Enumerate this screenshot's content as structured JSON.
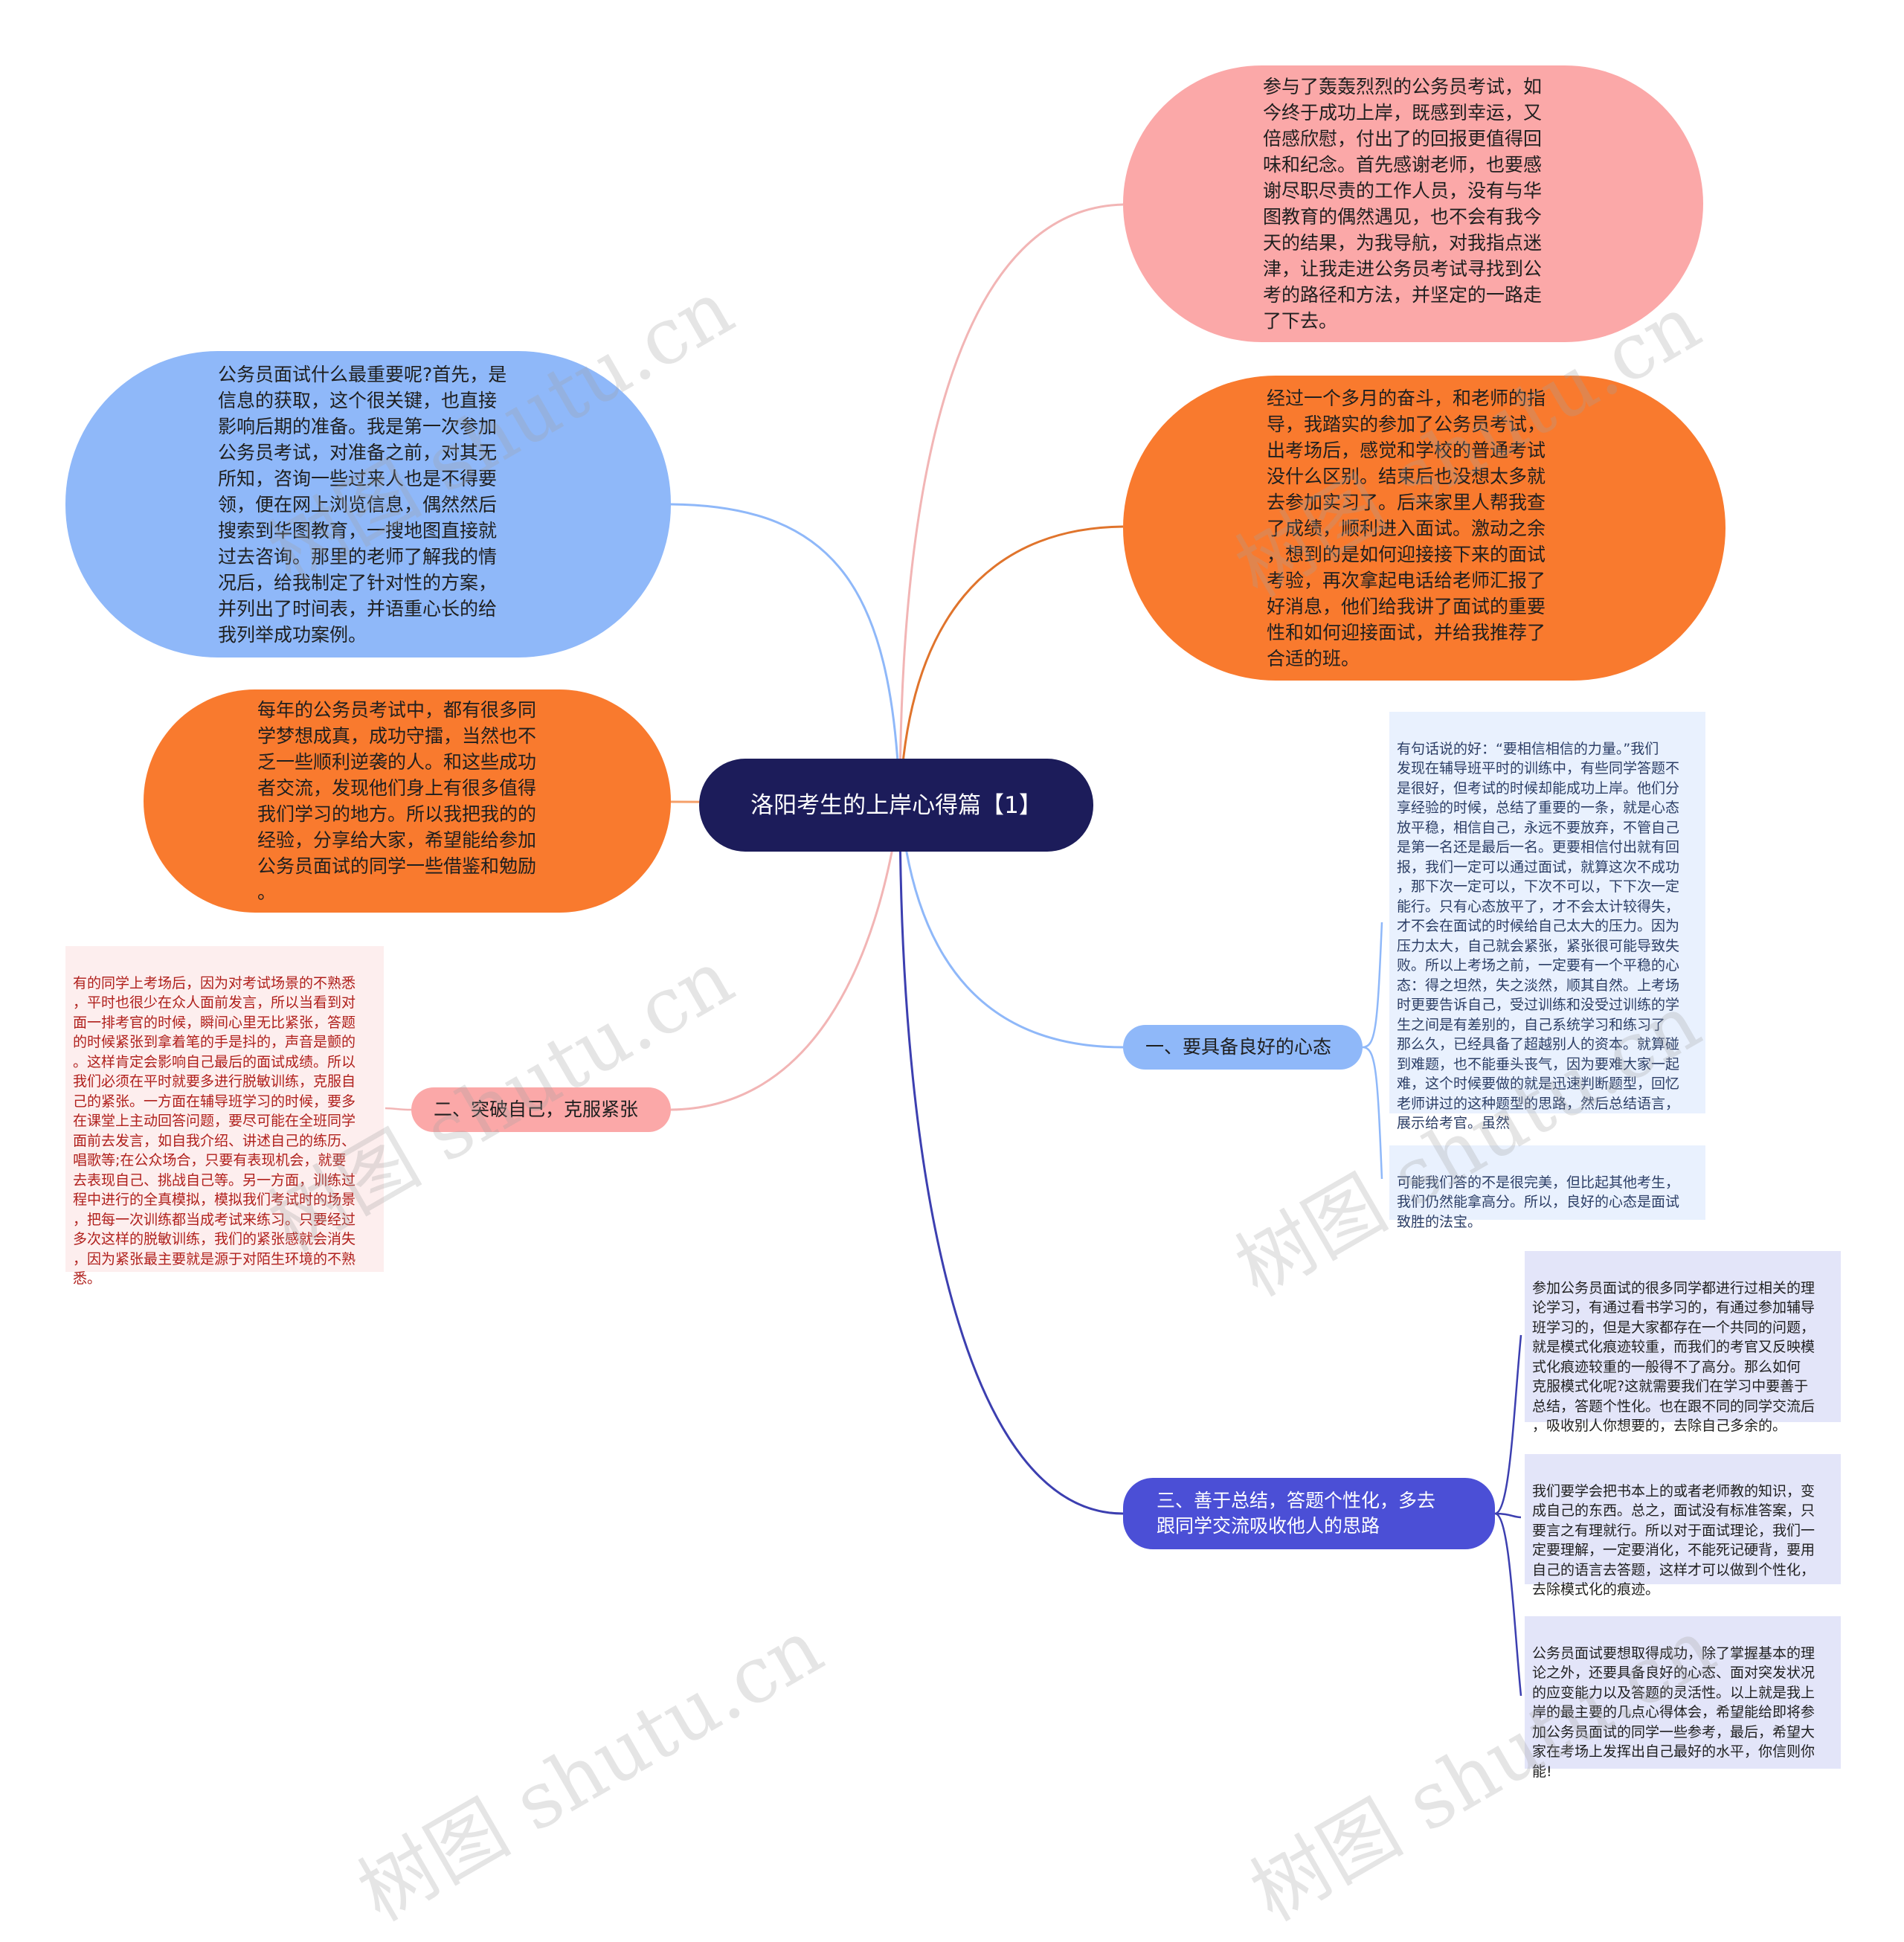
{
  "title": "洛阳考生的上岸心得篇【1】",
  "colors": {
    "center": "#1c1c5a",
    "pink": "#fba8a8",
    "orange": "#f97a2e",
    "blue": "#8fb8f9",
    "indigo": "#4b4fd6"
  },
  "bubbles": {
    "top_right": "参与了轰轰烈烈的公务员考试，如\n今终于成功上岸，既感到幸运，又\n倍感欣慰，付出了的回报更值得回\n味和纪念。首先感谢老师，也要感\n谢尽职尽责的工作人员，没有与华\n图教育的偶然遇见，也不会有我今\n天的结果，为我导航，对我指点迷\n津，让我走进公务员考试寻找到公\n考的路径和方法，并坚定的一路走\n了下去。",
    "mid_right": "经过一个多月的奋斗，和老师的指\n导，我踏实的参加了公务员考试，\n出考场后，感觉和学校的普通考试\n没什么区别。结束后也没想太多就\n去参加实习了。后来家里人帮我查\n了成绩，顺利进入面试。激动之余\n，想到的是如何迎接接下来的面试\n考验，再次拿起电话给老师汇报了\n好消息，他们给我讲了面试的重要\n性和如何迎接面试，并给我推荐了\n合适的班。",
    "top_left": "公务员面试什么最重要呢?首先，是\n信息的获取，这个很关键，也直接\n影响后期的准备。我是第一次参加\n公务员考试，对准备之前，对其无\n所知，咨询一些过来人也是不得要\n领，便在网上浏览信息，偶然然后\n搜索到华图教育，一搜地图直接就\n过去咨询。那里的老师了解我的情\n况后，给我制定了针对性的方案，\n并列出了时间表，并语重心长的给\n我列举成功案例。",
    "mid_left": "每年的公务员考试中，都有很多同\n学梦想成真，成功守擂，当然也不\n乏一些顺利逆袭的人。和这些成功\n者交流，发现他们身上有很多值得\n我们学习的地方。所以我把我的的\n经验，分享给大家，希望能给参加\n公务员面试的同学一些借鉴和勉励\n。"
  },
  "branches": {
    "b1": "一、要具备良好的心态",
    "b2": "二、突破自己，克服紧张",
    "b3": "三、善于总结，答题个性化，多去\n跟同学交流吸收他人的思路"
  },
  "leaves": {
    "b1_1": "有句话说的好：“要相信相信的力量。”我们\n发现在辅导班平时的训练中，有些同学答题不\n是很好，但考试的时候却能成功上岸。他们分\n享经验的时候，总结了重要的一条，就是心态\n放平稳，相信自己，永远不要放弃，不管自己\n是第一名还是最后一名。更要相信付出就有回\n报，我们一定可以通过面试，就算这次不成功\n，那下次一定可以，下次不可以，下下次一定\n能行。只有心态放平了，才不会太计较得失，\n才不会在面试的时候给自己太大的压力。因为\n压力太大，自己就会紧张，紧张很可能导致失\n败。所以上考场之前，一定要有一个平稳的心\n态：得之坦然，失之淡然，顺其自然。上考场\n时更要告诉自己，受过训练和没受过训练的学\n生之间是有差别的，自己系统学习和练习了\n那么久，已经具备了超越别人的资本。就算碰\n到难题，也不能垂头丧气，因为要难大家一起\n难，这个时候要做的就是迅速判断题型，回忆\n老师讲过的这种题型的思路，然后总结语言，\n展示给考官。虽然",
    "b1_2": "可能我们答的不是很完美，但比起其他考生，\n我们仍然能拿高分。所以，良好的心态是面试\n致胜的法宝。",
    "b2_1": "有的同学上考场后，因为对考试场景的不熟悉\n，平时也很少在众人面前发言，所以当看到对\n面一排考官的时候，瞬间心里无比紧张，答题\n的时候紧张到拿着笔的手是抖的，声音是颤的\n。这样肯定会影响自己最后的面试成绩。所以\n我们必须在平时就要多进行脱敏训练，克服自\n己的紧张。一方面在辅导班学习的时候，要多\n在课堂上主动回答问题，要尽可能在全班同学\n面前去发言，如自我介绍、讲述自己的练历、\n唱歌等;在公众场合，只要有表现机会，就要\n去表现自己、挑战自己等。另一方面，训练过\n程中进行的全真模拟，模拟我们考试时的场景\n，把每一次训练都当成考试来练习。只要经过\n多次这样的脱敏训练，我们的紧张感就会消失\n，因为紧张最主要就是源于对陌生环境的不熟\n悉。",
    "b3_1": "参加公务员面试的很多同学都进行过相关的理\n论学习，有通过看书学习的，有通过参加辅导\n班学习的，但是大家都存在一个共同的问题，\n就是模式化痕迹较重，而我们的考官又反映模\n式化痕迹较重的一般得不了高分。那么如何\n克服模式化呢?这就需要我们在学习中要善于\n总结，答题个性化。也在跟不同的同学交流后\n，吸收别人你想要的，去除自己多余的。",
    "b3_2": "我们要学会把书本上的或者老师教的知识，变\n成自己的东西。总之，面试没有标准答案，只\n要言之有理就行。所以对于面试理论，我们一\n定要理解，一定要消化，不能死记硬背，要用\n自己的语言去答题，这样才可以做到个性化，\n去除模式化的痕迹。",
    "b3_3": "公务员面试要想取得成功，除了掌握基本的理\n论之外，还要具备良好的心态、面对突发状况\n的应变能力以及答题的灵活性。以上就是我上\n岸的最主要的几点心得体会，希望能给即将参\n加公务员面试的同学一些参考，最后，希望大\n家在考场上发挥出自己最好的水平，你信则你\n能!"
  },
  "watermarks": [
    "树图 shutu.cn",
    "树图 shutu.cn",
    "树图 shutu.cn",
    "树图 shutu.cn",
    "树图 shutu.cn",
    "树图 shutu.cn"
  ]
}
